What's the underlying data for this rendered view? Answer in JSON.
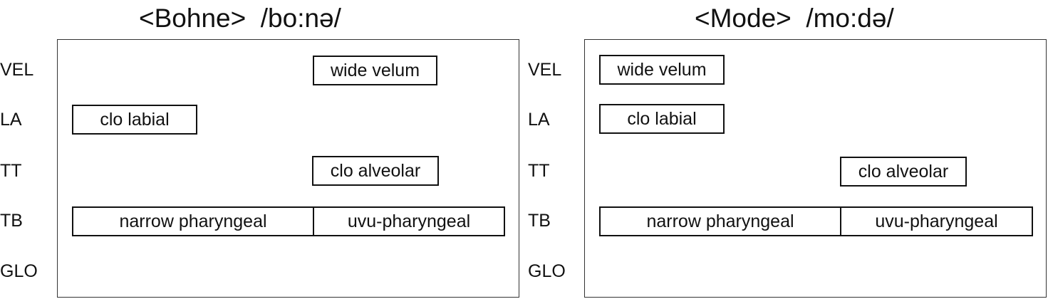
{
  "panels": [
    {
      "title": "<Bohne>  /bo:nə/",
      "tiers": [
        "VEL",
        "LA",
        "TT",
        "TB",
        "GLO"
      ],
      "gestures": [
        {
          "tier": "VEL",
          "label": "wide velum"
        },
        {
          "tier": "LA",
          "label": "clo labial"
        },
        {
          "tier": "TT",
          "label": "clo alveolar"
        },
        {
          "tier": "TB",
          "label": "narrow pharyngeal"
        },
        {
          "tier": "TB",
          "label": "uvu-pharyngeal"
        }
      ]
    },
    {
      "title": "<Mode>  /mo:də/",
      "tiers": [
        "VEL",
        "LA",
        "TT",
        "TB",
        "GLO"
      ],
      "gestures": [
        {
          "tier": "VEL",
          "label": "wide velum"
        },
        {
          "tier": "LA",
          "label": "clo labial"
        },
        {
          "tier": "TT",
          "label": "clo alveolar"
        },
        {
          "tier": "TB",
          "label": "narrow pharyngeal"
        },
        {
          "tier": "TB",
          "label": "uvu-pharyngeal"
        }
      ]
    }
  ]
}
